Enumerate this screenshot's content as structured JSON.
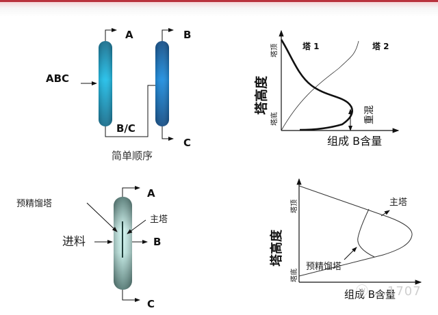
{
  "slide": {
    "accent_color": "#b8323d",
    "watermark": "ⓦ ...1707"
  },
  "simple_sequence": {
    "caption": "简单顺序",
    "feed_label": "ABC",
    "column1_top": "A",
    "intermediate": "B/C",
    "column2_top": "B",
    "column2_bottom": "C",
    "column_color": "#1aa5d8"
  },
  "profile_chart_1": {
    "ylabel": "塔高度",
    "y_top": "塔顶",
    "y_bottom": "塔底",
    "xlabel": "组成 B含量",
    "series1": "塔 1",
    "series2": "塔 2",
    "annotation": "重混"
  },
  "prefractionator": {
    "pre_label": "预精馏塔",
    "main_label": "主塔",
    "feed_label": "进料",
    "top": "A",
    "side": "B",
    "bottom": "C",
    "column_color": "#6f9c94"
  },
  "profile_chart_2": {
    "ylabel": "塔高度",
    "y_top": "塔顶",
    "y_bottom": "塔底",
    "xlabel": "组成 B含量",
    "main_label": "主塔",
    "pre_label": "预精馏塔"
  },
  "chart_data": [
    {
      "type": "line",
      "title": "",
      "xlabel": "组成 B含量",
      "ylabel": "塔高度",
      "y_ticks": [
        "塔底",
        "塔顶"
      ],
      "series": [
        {
          "name": "塔 1",
          "points": [
            [
              0.0,
              1.0
            ],
            [
              0.12,
              0.78
            ],
            [
              0.25,
              0.52
            ],
            [
              0.42,
              0.4
            ],
            [
              0.57,
              0.22
            ],
            [
              0.45,
              0.07
            ],
            [
              0.16,
              0.0
            ]
          ]
        },
        {
          "name": "塔 2",
          "points": [
            [
              0.0,
              0.0
            ],
            [
              0.1,
              0.25
            ],
            [
              0.3,
              0.45
            ],
            [
              0.5,
              0.65
            ],
            [
              0.65,
              0.92
            ],
            [
              0.68,
              1.0
            ]
          ]
        }
      ],
      "annotations": [
        "重混"
      ]
    },
    {
      "type": "line",
      "title": "",
      "xlabel": "组成 B含量",
      "ylabel": "塔高度",
      "y_ticks": [
        "塔底",
        "塔顶"
      ],
      "series": [
        {
          "name": "主塔",
          "points": [
            [
              0.0,
              0.92
            ],
            [
              0.4,
              0.7
            ],
            [
              0.65,
              0.55
            ],
            [
              0.74,
              0.45
            ],
            [
              0.65,
              0.3
            ],
            [
              0.4,
              0.22
            ],
            [
              0.0,
              0.07
            ]
          ]
        },
        {
          "name": "预精馏塔",
          "points": [
            [
              0.45,
              0.6
            ],
            [
              0.38,
              0.45
            ],
            [
              0.35,
              0.38
            ],
            [
              0.4,
              0.3
            ],
            [
              0.5,
              0.25
            ]
          ]
        }
      ]
    }
  ]
}
